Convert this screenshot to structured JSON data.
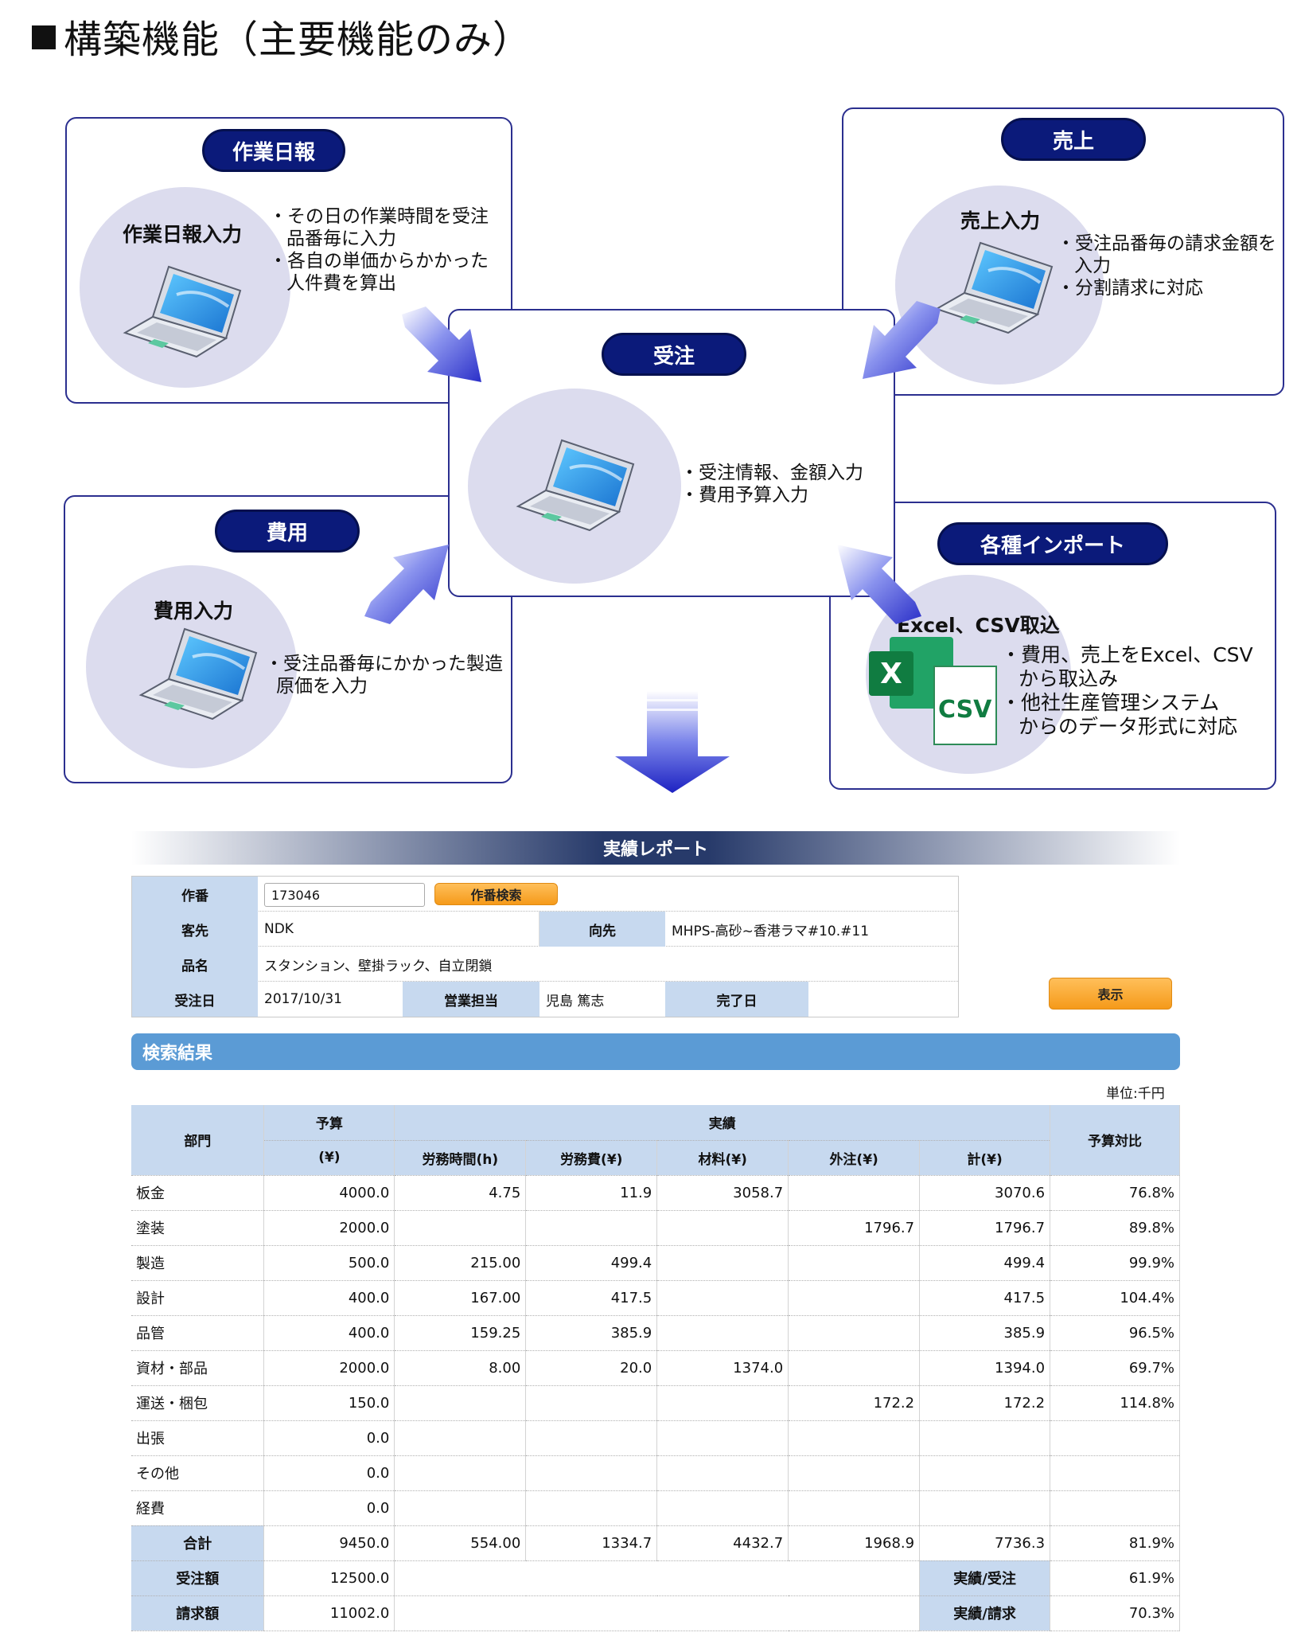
{
  "page_title": "構築機能（主要機能のみ）",
  "nodes": {
    "daily": {
      "pill": "作業日報",
      "label": "作業日報入力",
      "desc": [
        "・その日の作業時間を受注",
        "品番毎に入力",
        "・各自の単価からかかった",
        "人件費を算出"
      ]
    },
    "sales": {
      "pill": "売上",
      "label": "売上入力",
      "desc": [
        "・受注品番毎の請求金額を",
        "入力",
        "・分割請求に対応"
      ]
    },
    "order": {
      "pill": "受注",
      "desc": [
        "・受注情報、金額入力",
        "・費用予算入力"
      ]
    },
    "cost": {
      "pill": "費用",
      "label": "費用入力",
      "desc": [
        "・受注品番毎にかかった製造",
        "原価を入力"
      ]
    },
    "import": {
      "pill": "各種インポート",
      "label": "Excel、CSV取込",
      "desc": [
        "・費用、売上をExcel、CSV",
        "から取込み",
        "・他社生産管理システム",
        "からのデータ形式に対応"
      ],
      "csv_text": "CSV",
      "excel_text": "X"
    }
  },
  "report": {
    "header": "実績レポート",
    "form": {
      "sakuban_label": "作番",
      "sakuban_value": "173046",
      "search_button": "作番検索",
      "client_label": "客先",
      "client_value": "NDK",
      "dest_label": "向先",
      "dest_value": "MHPS-高砂~香港ラマ#10.#11",
      "item_label": "品名",
      "item_value": "スタンション、壁掛ラック、自立閉鎖",
      "order_date_label": "受注日",
      "order_date_value": "2017/10/31",
      "sales_rep_label": "営業担当",
      "sales_rep_value": "児島 篤志",
      "done_label": "完了日",
      "done_value": "",
      "show_button": "表示"
    },
    "results_title": "検索結果",
    "unit": "単位:千円",
    "headers": {
      "dept": "部門",
      "budget": "予算",
      "budget_unit": "(¥)",
      "actual": "実績",
      "ratio": "予算対比",
      "cols": [
        "労務時間(h)",
        "労務費(¥)",
        "材料(¥)",
        "外注(¥)",
        "計(¥)"
      ]
    },
    "rows": [
      {
        "dept": "板金",
        "budget": "4000.0",
        "hours": "4.75",
        "labor": "11.9",
        "material": "3058.7",
        "outsource": "",
        "total": "3070.6",
        "ratio": "76.8%"
      },
      {
        "dept": "塗装",
        "budget": "2000.0",
        "hours": "",
        "labor": "",
        "material": "",
        "outsource": "1796.7",
        "total": "1796.7",
        "ratio": "89.8%"
      },
      {
        "dept": "製造",
        "budget": "500.0",
        "hours": "215.00",
        "labor": "499.4",
        "material": "",
        "outsource": "",
        "total": "499.4",
        "ratio": "99.9%"
      },
      {
        "dept": "設計",
        "budget": "400.0",
        "hours": "167.00",
        "labor": "417.5",
        "material": "",
        "outsource": "",
        "total": "417.5",
        "ratio": "104.4%"
      },
      {
        "dept": "品管",
        "budget": "400.0",
        "hours": "159.25",
        "labor": "385.9",
        "material": "",
        "outsource": "",
        "total": "385.9",
        "ratio": "96.5%"
      },
      {
        "dept": "資材・部品",
        "budget": "2000.0",
        "hours": "8.00",
        "labor": "20.0",
        "material": "1374.0",
        "outsource": "",
        "total": "1394.0",
        "ratio": "69.7%"
      },
      {
        "dept": "運送・梱包",
        "budget": "150.0",
        "hours": "",
        "labor": "",
        "material": "",
        "outsource": "172.2",
        "total": "172.2",
        "ratio": "114.8%"
      },
      {
        "dept": "出張",
        "budget": "0.0",
        "hours": "",
        "labor": "",
        "material": "",
        "outsource": "",
        "total": "",
        "ratio": ""
      },
      {
        "dept": "その他",
        "budget": "0.0",
        "hours": "",
        "labor": "",
        "material": "",
        "outsource": "",
        "total": "",
        "ratio": ""
      },
      {
        "dept": "経費",
        "budget": "0.0",
        "hours": "",
        "labor": "",
        "material": "",
        "outsource": "",
        "total": "",
        "ratio": ""
      }
    ],
    "total_row": {
      "dept": "合計",
      "budget": "9450.0",
      "hours": "554.00",
      "labor": "1334.7",
      "material": "4432.7",
      "outsource": "1968.9",
      "total": "7736.3",
      "ratio": "81.9%"
    },
    "order_amount": {
      "label": "受注額",
      "value": "12500.0",
      "ratio_label": "実績/受注",
      "ratio": "61.9%"
    },
    "invoice_amount": {
      "label": "請求額",
      "value": "11002.0",
      "ratio_label": "実績/請求",
      "ratio": "70.3%"
    }
  },
  "colors": {
    "navy": "#0b1a7a",
    "header_blue": "#c7d9ef",
    "results_blue": "#5b9bd5",
    "orange": "#f59a1a"
  }
}
